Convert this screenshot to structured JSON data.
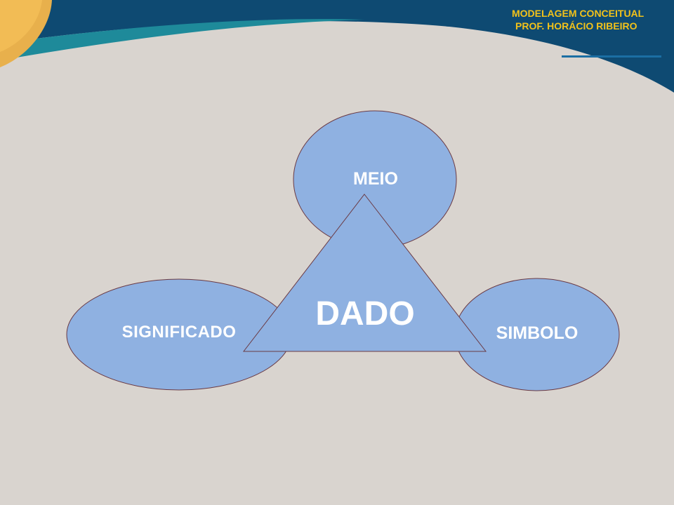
{
  "header": {
    "title_line1": "MODELAGEM CONCEITUAL",
    "title_line2": "PROF. HORÁCIO RIBEIRO",
    "accent_color": "#f2c21a",
    "band_color": "#0e4a72"
  },
  "diagram": {
    "center_label": "DADO",
    "nodes": {
      "top": "MEIO",
      "left": "SIGNIFICADO",
      "right": "SIMBOLO"
    },
    "shape_fill": "#8fb1e1",
    "shape_stroke": "#6a3a44"
  }
}
